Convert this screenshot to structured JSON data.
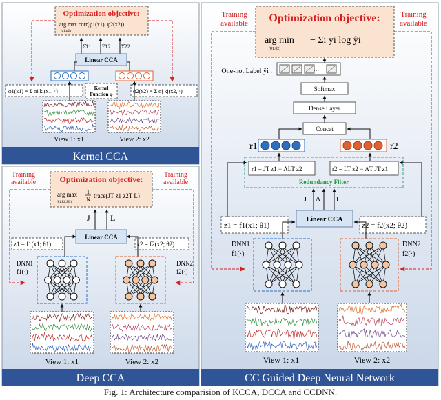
{
  "caption": "Fig. 1: Architecture comparision of KCCA, DCCA and CCDNN.",
  "colors": {
    "panel_bg_top": "#ffffff",
    "panel_bg_bottom": "#c9d6e8",
    "title_bar": "#2f5597",
    "red_dashed": "#d62020",
    "blue_dashed": "#2e6fc0",
    "red_text": "#d62020",
    "green_text": "#1f9a3a",
    "objective_bg": "#fbe3d2",
    "linear_cca_bg": "#d6e4f3",
    "r1_circles": "#2e6fc0",
    "r2_circles": "#e06030",
    "dnn1_node": "#ffffff",
    "dnn2_node": "#f6c59f",
    "view1_signal_colors": [
      "#7a1f1f",
      "#2e8b3a",
      "#c02a2a",
      "#2f5fbf"
    ],
    "view2_signal_colors": [
      "#e0702a",
      "#b8405a",
      "#6a4a8a",
      "#c0552e"
    ]
  },
  "kcca": {
    "panel_title": "Kernel CCA",
    "objective_title": "Optimization objective:",
    "objective_argmax": "arg max",
    "objective_sub": "(α1,α2)",
    "objective_expr": "corr(φ1(x1), φ2(x2))",
    "sigma11": "Σ̂11",
    "sigma12": "Σ̂12",
    "sigma22": "Σ̂22",
    "linear_cca": "Linear CCA",
    "phi1": "φ1(x1) = Σ αi ki(x1, ·)",
    "phi2": "φ2(x2) = Σ αj kj(x2, ·)",
    "kernel_label": "Kernel\nFunction φ",
    "view1": "View 1: x1",
    "view2": "View 2: x2"
  },
  "dcca": {
    "panel_title": "Deep CCA",
    "training_left": "Training\navailable",
    "training_right": "Training\navailable",
    "objective_title": "Optimization objective:",
    "objective_argmax": "arg max",
    "objective_sub": "(θ1,θ2,J,L)",
    "objective_frac_num": "1",
    "objective_frac_den": "N",
    "objective_expr": "trace(JT z1 z2T L)",
    "j_label": "J",
    "l_label": "L",
    "linear_cca": "Linear CCA",
    "z1": "z1 = f1(x1; θ1)",
    "z2": "z2 = f2(x2; θ2)",
    "dnn1_name": "DNN1",
    "dnn1_fn": "f1(·)",
    "dnn2_name": "DNN2",
    "dnn2_fn": "f2(·)",
    "view1": "View 1: x1",
    "view2": "View 2: x2"
  },
  "ccdnn": {
    "panel_title": "CC Guided Deep Neural Network",
    "training_left": "Training\navailable",
    "training_right": "Training\navailable",
    "objective_title": "Optimization objective:",
    "objective_argmin": "arg min",
    "objective_sub": "(θ1,θ2)",
    "objective_expr": "− Σi yi log ŷi",
    "onehot_label": "One-hot Label ŷi :",
    "softmax": "Softmax",
    "dense": "Dense Layer",
    "concat": "Concat",
    "r1": "r1",
    "r2": "r2",
    "r1_eq": "r1 = JT z1 − ΛLT z2",
    "r2_eq": "r2 = LT z2 − ΛT JT z1",
    "redundancy": "Redundancy Filter",
    "j_label": "J",
    "lambda_label": "Λ",
    "l_label": "L",
    "linear_cca": "Linear CCA",
    "z1": "z1 = f1(x1; θ1)",
    "z2": "z2 = f2(x2; θ2)",
    "dnn1_name": "DNN1",
    "dnn1_fn": "f1(·)",
    "dnn2_name": "DNN2",
    "dnn2_fn": "f2(·)",
    "view1": "View 1: x1",
    "view2": "View 2: x2"
  }
}
